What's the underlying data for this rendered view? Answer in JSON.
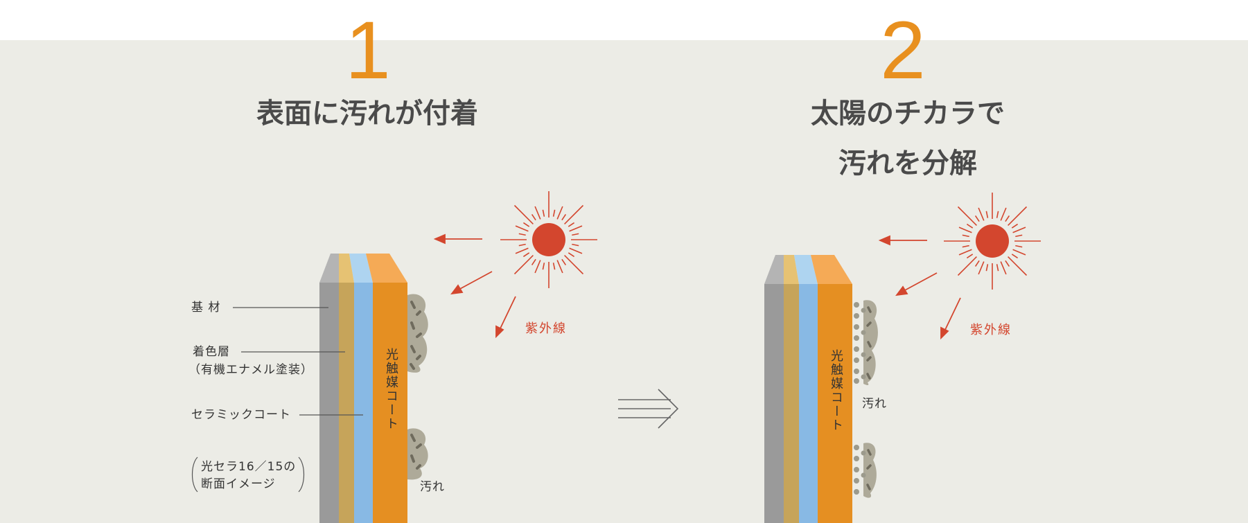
{
  "step1": {
    "number": "1",
    "title": "表面に汚れが付着",
    "labels": {
      "base": "基 材",
      "color_layer": "着色層",
      "color_layer_sub": "（有機エナメル塗装）",
      "ceramic": "セラミックコート",
      "product_line1": "光セラ16／15の",
      "product_line2": "断面イメージ"
    },
    "coat_label": "光触媒コート",
    "uv_label": "紫外線",
    "dirt_label": "汚れ"
  },
  "step2": {
    "number": "2",
    "title_line1": "太陽のチカラで",
    "title_line2": "汚れを分解",
    "coat_label": "光触媒コート",
    "uv_label": "紫外線",
    "dirt_label": "汚れ"
  },
  "colors": {
    "accent_orange": "#e8901f",
    "sun_red": "#d3462e",
    "panel_bg": "#ecece6",
    "layer_gray": "#9a9a9a",
    "layer_tan": "#c6a45a",
    "layer_blue": "#88b9e4",
    "layer_orange": "#e58f22",
    "dirt": "#aeaa99"
  }
}
